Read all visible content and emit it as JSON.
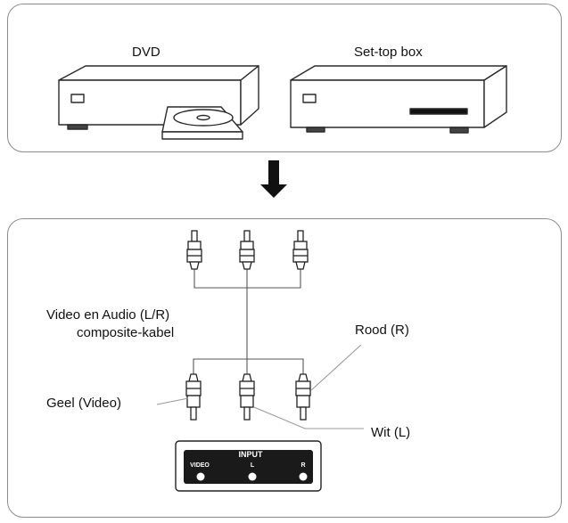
{
  "devices": {
    "dvd_label": "DVD",
    "settop_label": "Set-top box"
  },
  "cable": {
    "label_line1": "Video en Audio (L/R)",
    "label_line2": "composite-kabel"
  },
  "connectors": {
    "yellow": "Geel (Video)",
    "white": "Wit (L)",
    "red": "Rood (R)"
  },
  "input_panel": {
    "title": "INPUT",
    "jacks": [
      "VIDEO",
      "L",
      "R"
    ]
  }
}
